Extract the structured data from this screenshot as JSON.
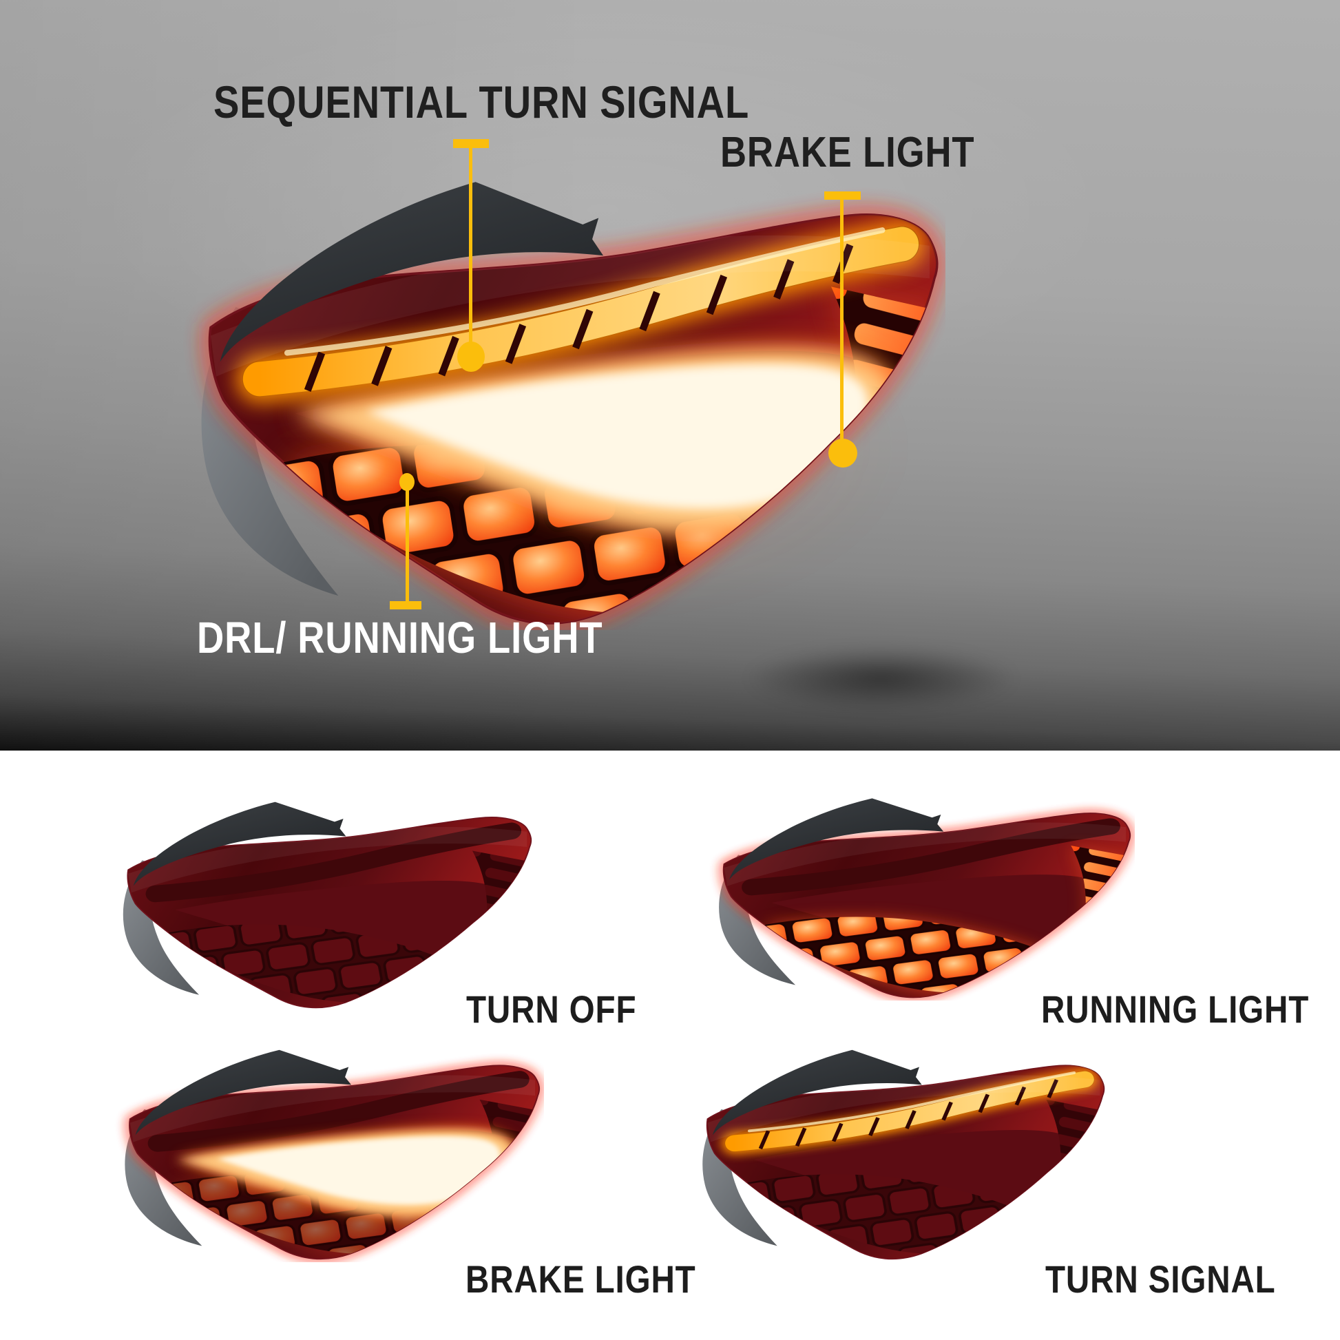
{
  "hero": {
    "callout_color": "#FBBE0C",
    "annotations": [
      {
        "id": "turn-signal",
        "label": "SEQUENTIAL TURN SIGNAL",
        "color": "#1f1f1f"
      },
      {
        "id": "brake",
        "label": "BRAKE LIGHT",
        "color": "#1f1f1f"
      },
      {
        "id": "drl",
        "label": "DRL/ RUNNING LIGHT",
        "color": "#ffffff"
      }
    ]
  },
  "gallery": {
    "items": [
      {
        "label": "TURN OFF",
        "mode": "off"
      },
      {
        "label": "RUNNING LIGHT",
        "mode": "run"
      },
      {
        "label": "BRAKE LIGHT",
        "mode": "brake"
      },
      {
        "label": "TURN SIGNAL",
        "mode": "turn"
      }
    ],
    "label_color": "#1d1d1d"
  },
  "taillight_colors": {
    "amber": "#FFB400",
    "brake_white": "#FFF8E6",
    "red_glow": "#FF4A10",
    "lens_red": "#5C0C13"
  }
}
